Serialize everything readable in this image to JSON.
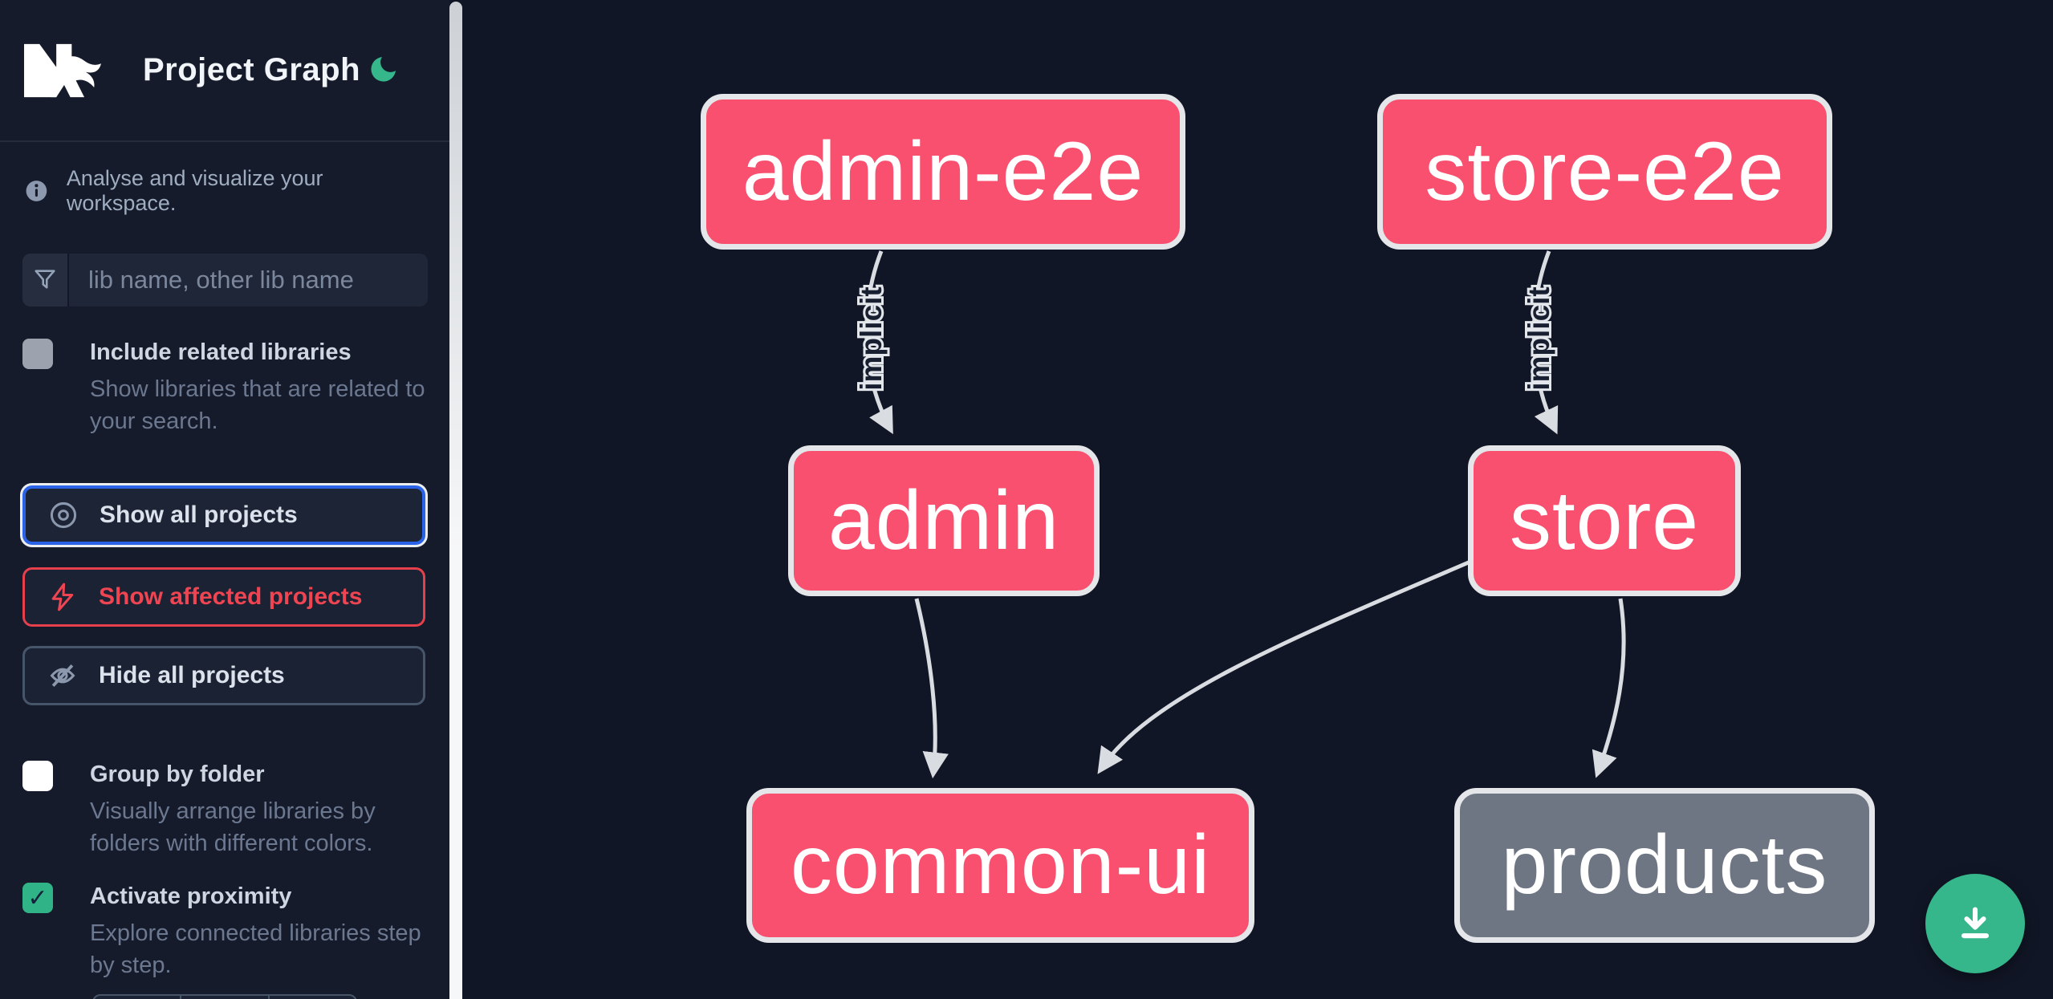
{
  "header": {
    "title": "Project Graph",
    "logo": "nx-logo",
    "theme_toggle": "dark-mode-moon"
  },
  "sidebar": {
    "info_text": "Analyse and visualize your workspace.",
    "search": {
      "placeholder": "lib name, other lib name",
      "value": "",
      "icon": "filter-funnel"
    },
    "options": [
      {
        "label": "Include related libraries",
        "description": "Show libraries that are related to your search.",
        "checked": false,
        "style": "gray"
      },
      {
        "label": "Group by folder",
        "description": "Visually arrange libraries by folders with different colors.",
        "checked": false,
        "style": "white"
      },
      {
        "label": "Activate proximity",
        "description": "Explore connected libraries step by step.",
        "checked": true,
        "style": "green"
      }
    ],
    "actions": [
      {
        "label": "Show all projects",
        "icon": "eye",
        "state": "focused"
      },
      {
        "label": "Show affected projects",
        "icon": "lightning-bolt",
        "state": "affected-red"
      },
      {
        "label": "Hide all projects",
        "icon": "eye-off",
        "state": "default"
      }
    ]
  },
  "graph": {
    "nodes": [
      {
        "label": "admin-e2e",
        "kind": "app",
        "color": "pink"
      },
      {
        "label": "store-e2e",
        "kind": "app",
        "color": "pink"
      },
      {
        "label": "admin",
        "kind": "app",
        "color": "pink"
      },
      {
        "label": "store",
        "kind": "app",
        "color": "pink"
      },
      {
        "label": "common-ui",
        "kind": "lib",
        "color": "pink"
      },
      {
        "label": "products",
        "kind": "lib",
        "color": "gray"
      }
    ],
    "edges": [
      {
        "from": "admin-e2e",
        "to": "admin",
        "label": "implicit"
      },
      {
        "from": "store-e2e",
        "to": "store",
        "label": "implicit"
      },
      {
        "from": "admin",
        "to": "common-ui",
        "label": ""
      },
      {
        "from": "store",
        "to": "common-ui",
        "label": ""
      },
      {
        "from": "store",
        "to": "products",
        "label": ""
      }
    ]
  },
  "fab": {
    "icon": "download"
  },
  "colors": {
    "node_pink": "#f8506e",
    "node_gray": "#6e7683",
    "node_border": "#e4e6e9",
    "edge": "#d9dce1",
    "accent_green": "#35b78b",
    "accent_blue": "#2a63e8",
    "accent_red": "#ef4452",
    "bg": "#111626",
    "sidebar_bg": "#151b2b"
  }
}
